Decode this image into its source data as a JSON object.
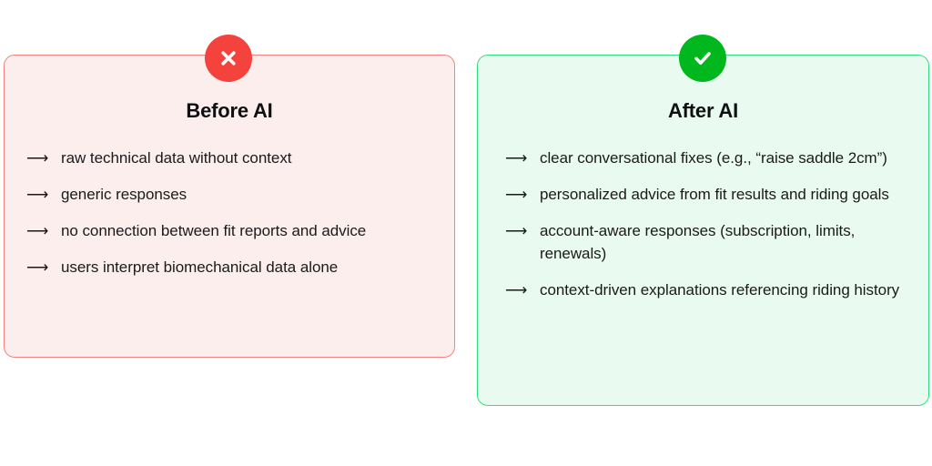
{
  "colors": {
    "before_bg": "#fdeeee",
    "before_border": "#f4837f",
    "before_badge": "#f4433c",
    "after_bg": "#e9fbf0",
    "after_border": "#35e07c",
    "after_badge": "#00b81d",
    "text": "#1a1a1a",
    "page_bg": "#ffffff"
  },
  "cards": [
    {
      "id": "before",
      "badge_icon": "x-mark-icon",
      "title": "Before AI",
      "arrow": "⟶",
      "bullets": [
        "raw technical data without context",
        "generic responses",
        "no connection between fit reports and advice",
        "users interpret biomechanical data alone"
      ]
    },
    {
      "id": "after",
      "badge_icon": "check-mark-icon",
      "title": "After AI",
      "arrow": "⟶",
      "bullets": [
        "clear conversational fixes (e.g., “raise saddle 2cm”)",
        "personalized advice from fit results and riding goals",
        "account-aware responses (subscription, limits, renewals)",
        "context-driven explanations referencing riding history"
      ]
    }
  ]
}
